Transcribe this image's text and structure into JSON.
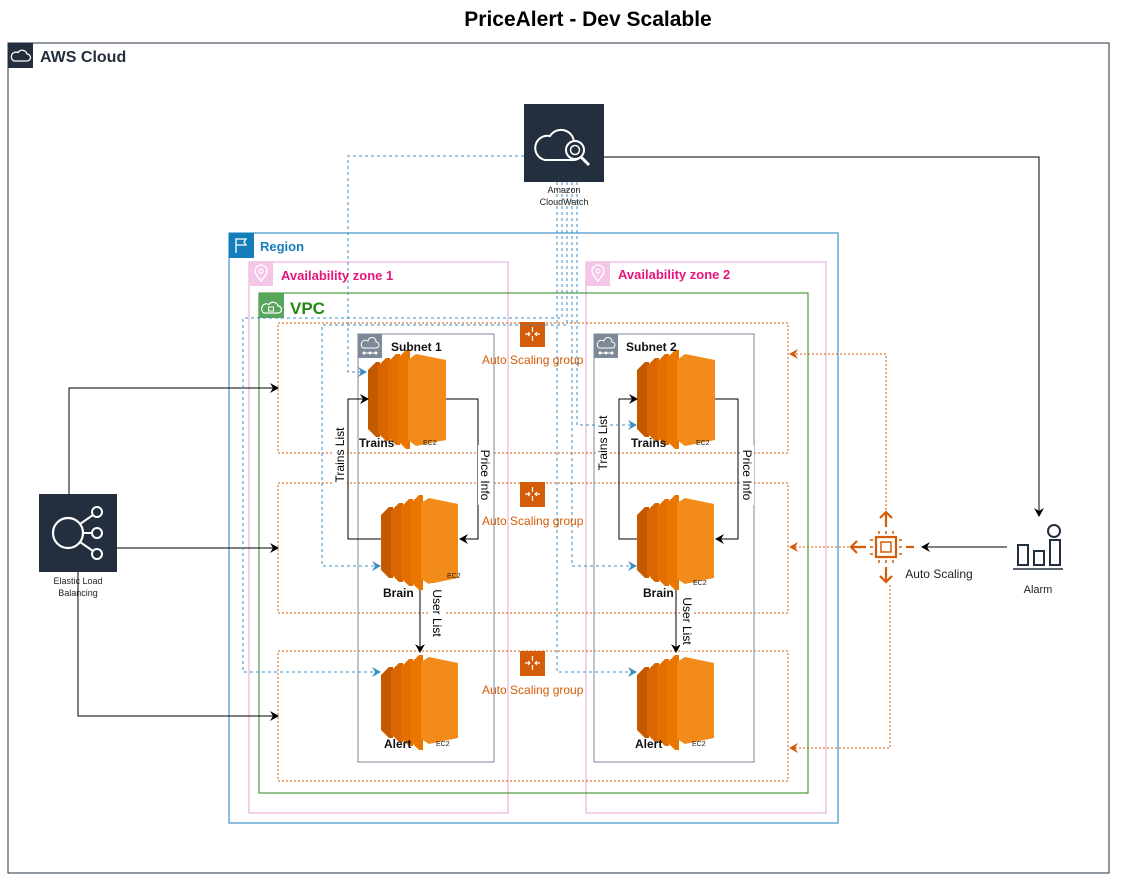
{
  "title": "PriceAlert - Dev Scalable",
  "aws_cloud": {
    "label": "AWS Cloud"
  },
  "region": {
    "label": "Region"
  },
  "az1": {
    "label": "Availability zone 1"
  },
  "az2": {
    "label": "Availability zone 2"
  },
  "vpc": {
    "label": "VPC"
  },
  "subnet1": {
    "label": "Subnet 1"
  },
  "subnet2": {
    "label": "Subnet 2"
  },
  "asg": {
    "label": "Auto Scaling group"
  },
  "cloudwatch": {
    "line1": "Amazon",
    "line2": "CloudWatch"
  },
  "elb": {
    "line1": "Elastic Load",
    "line2": "Balancing"
  },
  "autoscaling": {
    "label": "Auto Scaling"
  },
  "alarm": {
    "label": "Alarm"
  },
  "ec2": {
    "tag": "EC2",
    "trains": "Trains",
    "brain": "Brain",
    "alert": "Alert"
  },
  "edges": {
    "trains_list": "Trains List",
    "price_info": "Price Info",
    "user_list": "User List"
  },
  "colors": {
    "aws_dark": "#232f3e",
    "region_blue": "#147eba",
    "az_pink": "#e7157b",
    "vpc_green": "#248814",
    "asg_orange": "#d45b07",
    "ec2_orange": "#ed7100",
    "cloudwatch_dashed": "#3b8fc4"
  }
}
